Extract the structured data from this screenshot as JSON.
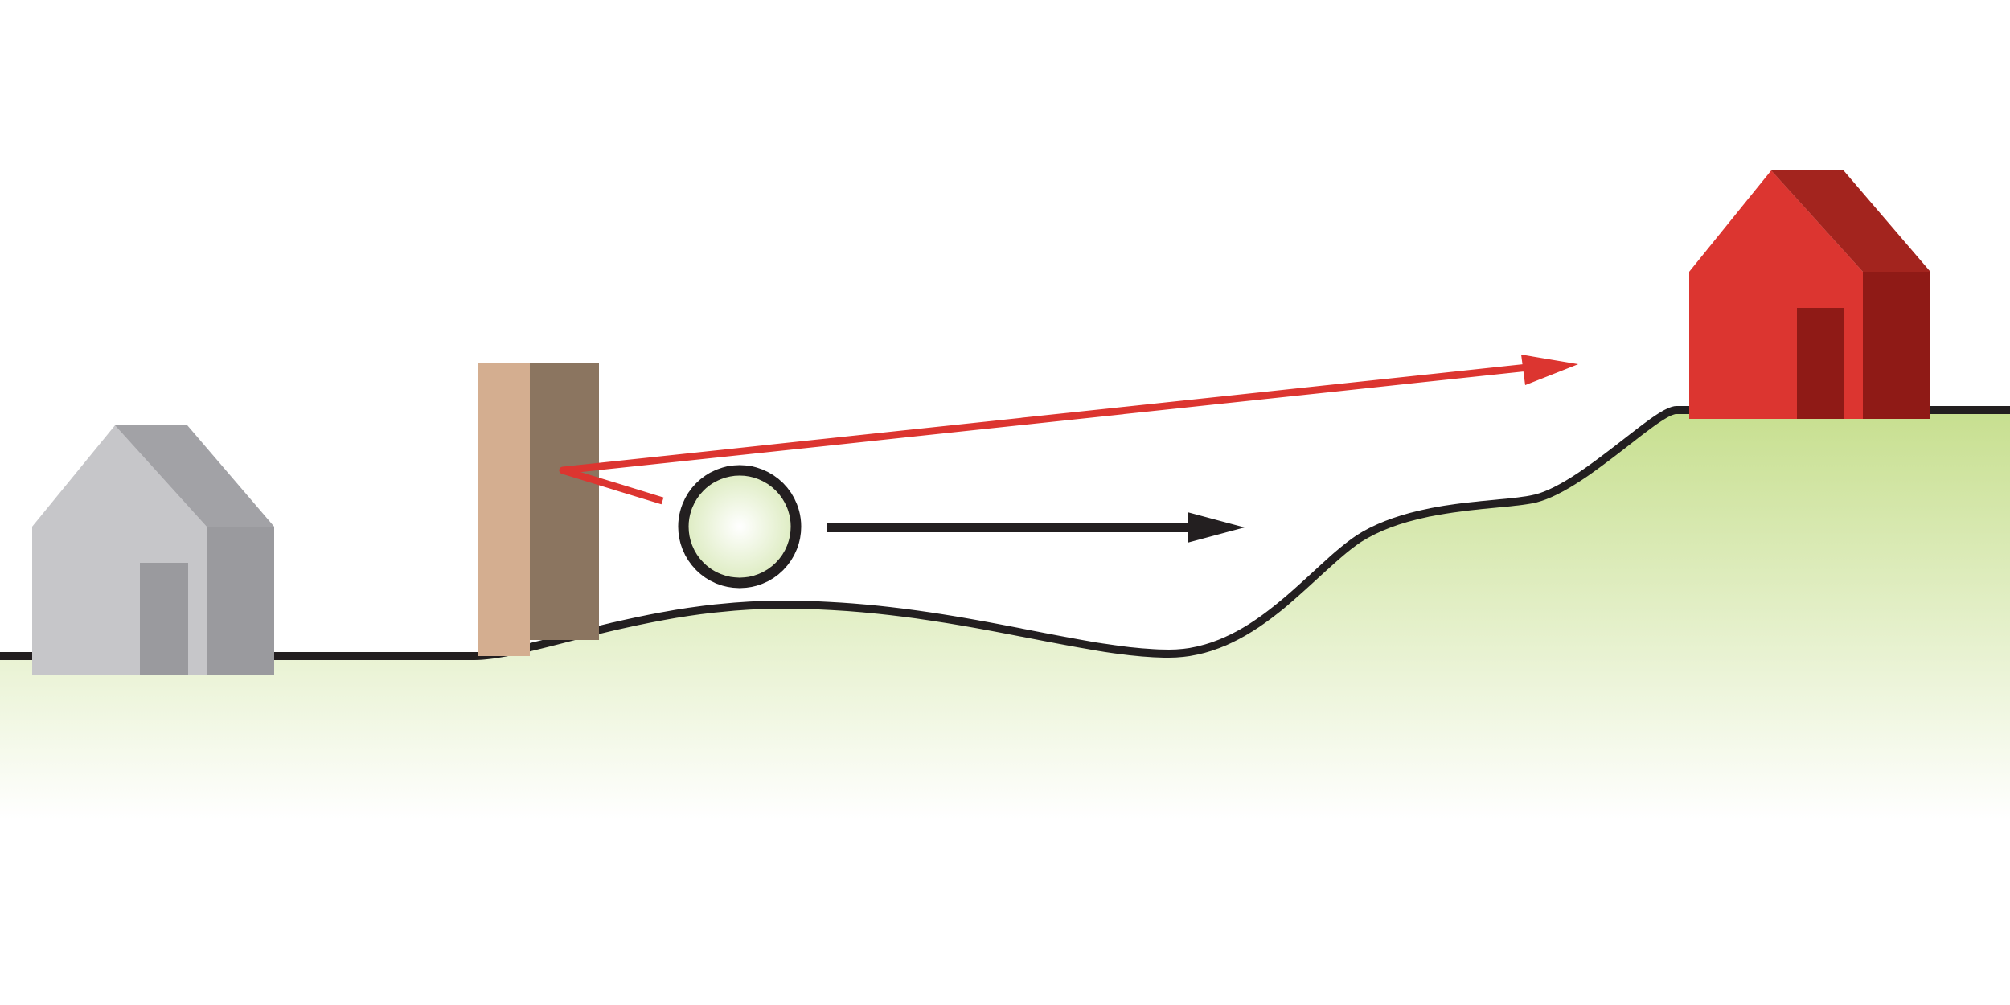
{
  "diagram": {
    "elements": [
      "house-gray",
      "wall",
      "ball",
      "motion-arrow",
      "deflection-arrow",
      "house-red",
      "terrain"
    ],
    "colors": {
      "background": "#ffffff",
      "ground_fill": "#c7df8f",
      "ground_line": "#231f20",
      "house_gray_front": "#c6c6c9",
      "house_gray_roof_side": "#a2a2a6",
      "house_gray_side": "#9a9a9e",
      "house_gray_door": "#9a9a9e",
      "wall_light": "#d4ae90",
      "wall_dark": "#8b7560",
      "ball_fill": "#eef5dc",
      "ball_stroke": "#231f20",
      "arrow_black": "#231f20",
      "arrow_red": "#dc3530",
      "house_red_front": "#dc3530",
      "house_red_roof_side": "#a3241e",
      "house_red_side": "#8f1a16",
      "house_red_door": "#8f1a16"
    }
  }
}
